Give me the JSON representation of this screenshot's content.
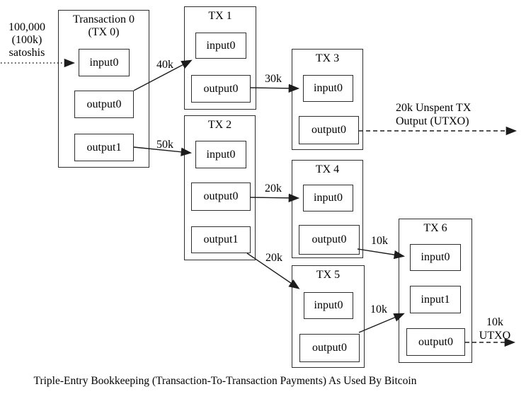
{
  "nodes": {
    "tx0": {
      "title1": "Transaction 0",
      "title2": "(TX 0)",
      "ports": [
        "input0",
        "output0",
        "output1"
      ]
    },
    "tx1": {
      "title": "TX 1",
      "ports": [
        "input0",
        "output0"
      ]
    },
    "tx2": {
      "title": "TX 2",
      "ports": [
        "input0",
        "output0",
        "output1"
      ]
    },
    "tx3": {
      "title": "TX 3",
      "ports": [
        "input0",
        "output0"
      ]
    },
    "tx4": {
      "title": "TX 4",
      "ports": [
        "input0",
        "output0"
      ]
    },
    "tx5": {
      "title": "TX 5",
      "ports": [
        "input0",
        "output0"
      ]
    },
    "tx6": {
      "title": "TX 6",
      "ports": [
        "input0",
        "input1",
        "output0"
      ]
    }
  },
  "source_annotation": {
    "line1": "100,000",
    "line2": "(100k)",
    "line3": "satoshis"
  },
  "edge_labels": {
    "tx0_to_tx1": "40k",
    "tx0_to_tx2": "50k",
    "tx1_to_tx3": "30k",
    "tx2_to_tx4": "20k",
    "tx2_to_tx5": "20k",
    "tx4_to_tx6": "10k",
    "tx5_to_tx6": "10k"
  },
  "utxo_20k": {
    "line1": "20k Unspent TX",
    "line2": "Output (UTXO)"
  },
  "utxo_10k": {
    "line1": "10k",
    "line2": "UTXO"
  },
  "caption": "Triple-Entry Bookkeeping (Transaction-To-Transaction Payments) As Used By Bitcoin",
  "colors": {
    "line": "#1c1c1c",
    "background": "#ffffff",
    "text": "#000000"
  }
}
